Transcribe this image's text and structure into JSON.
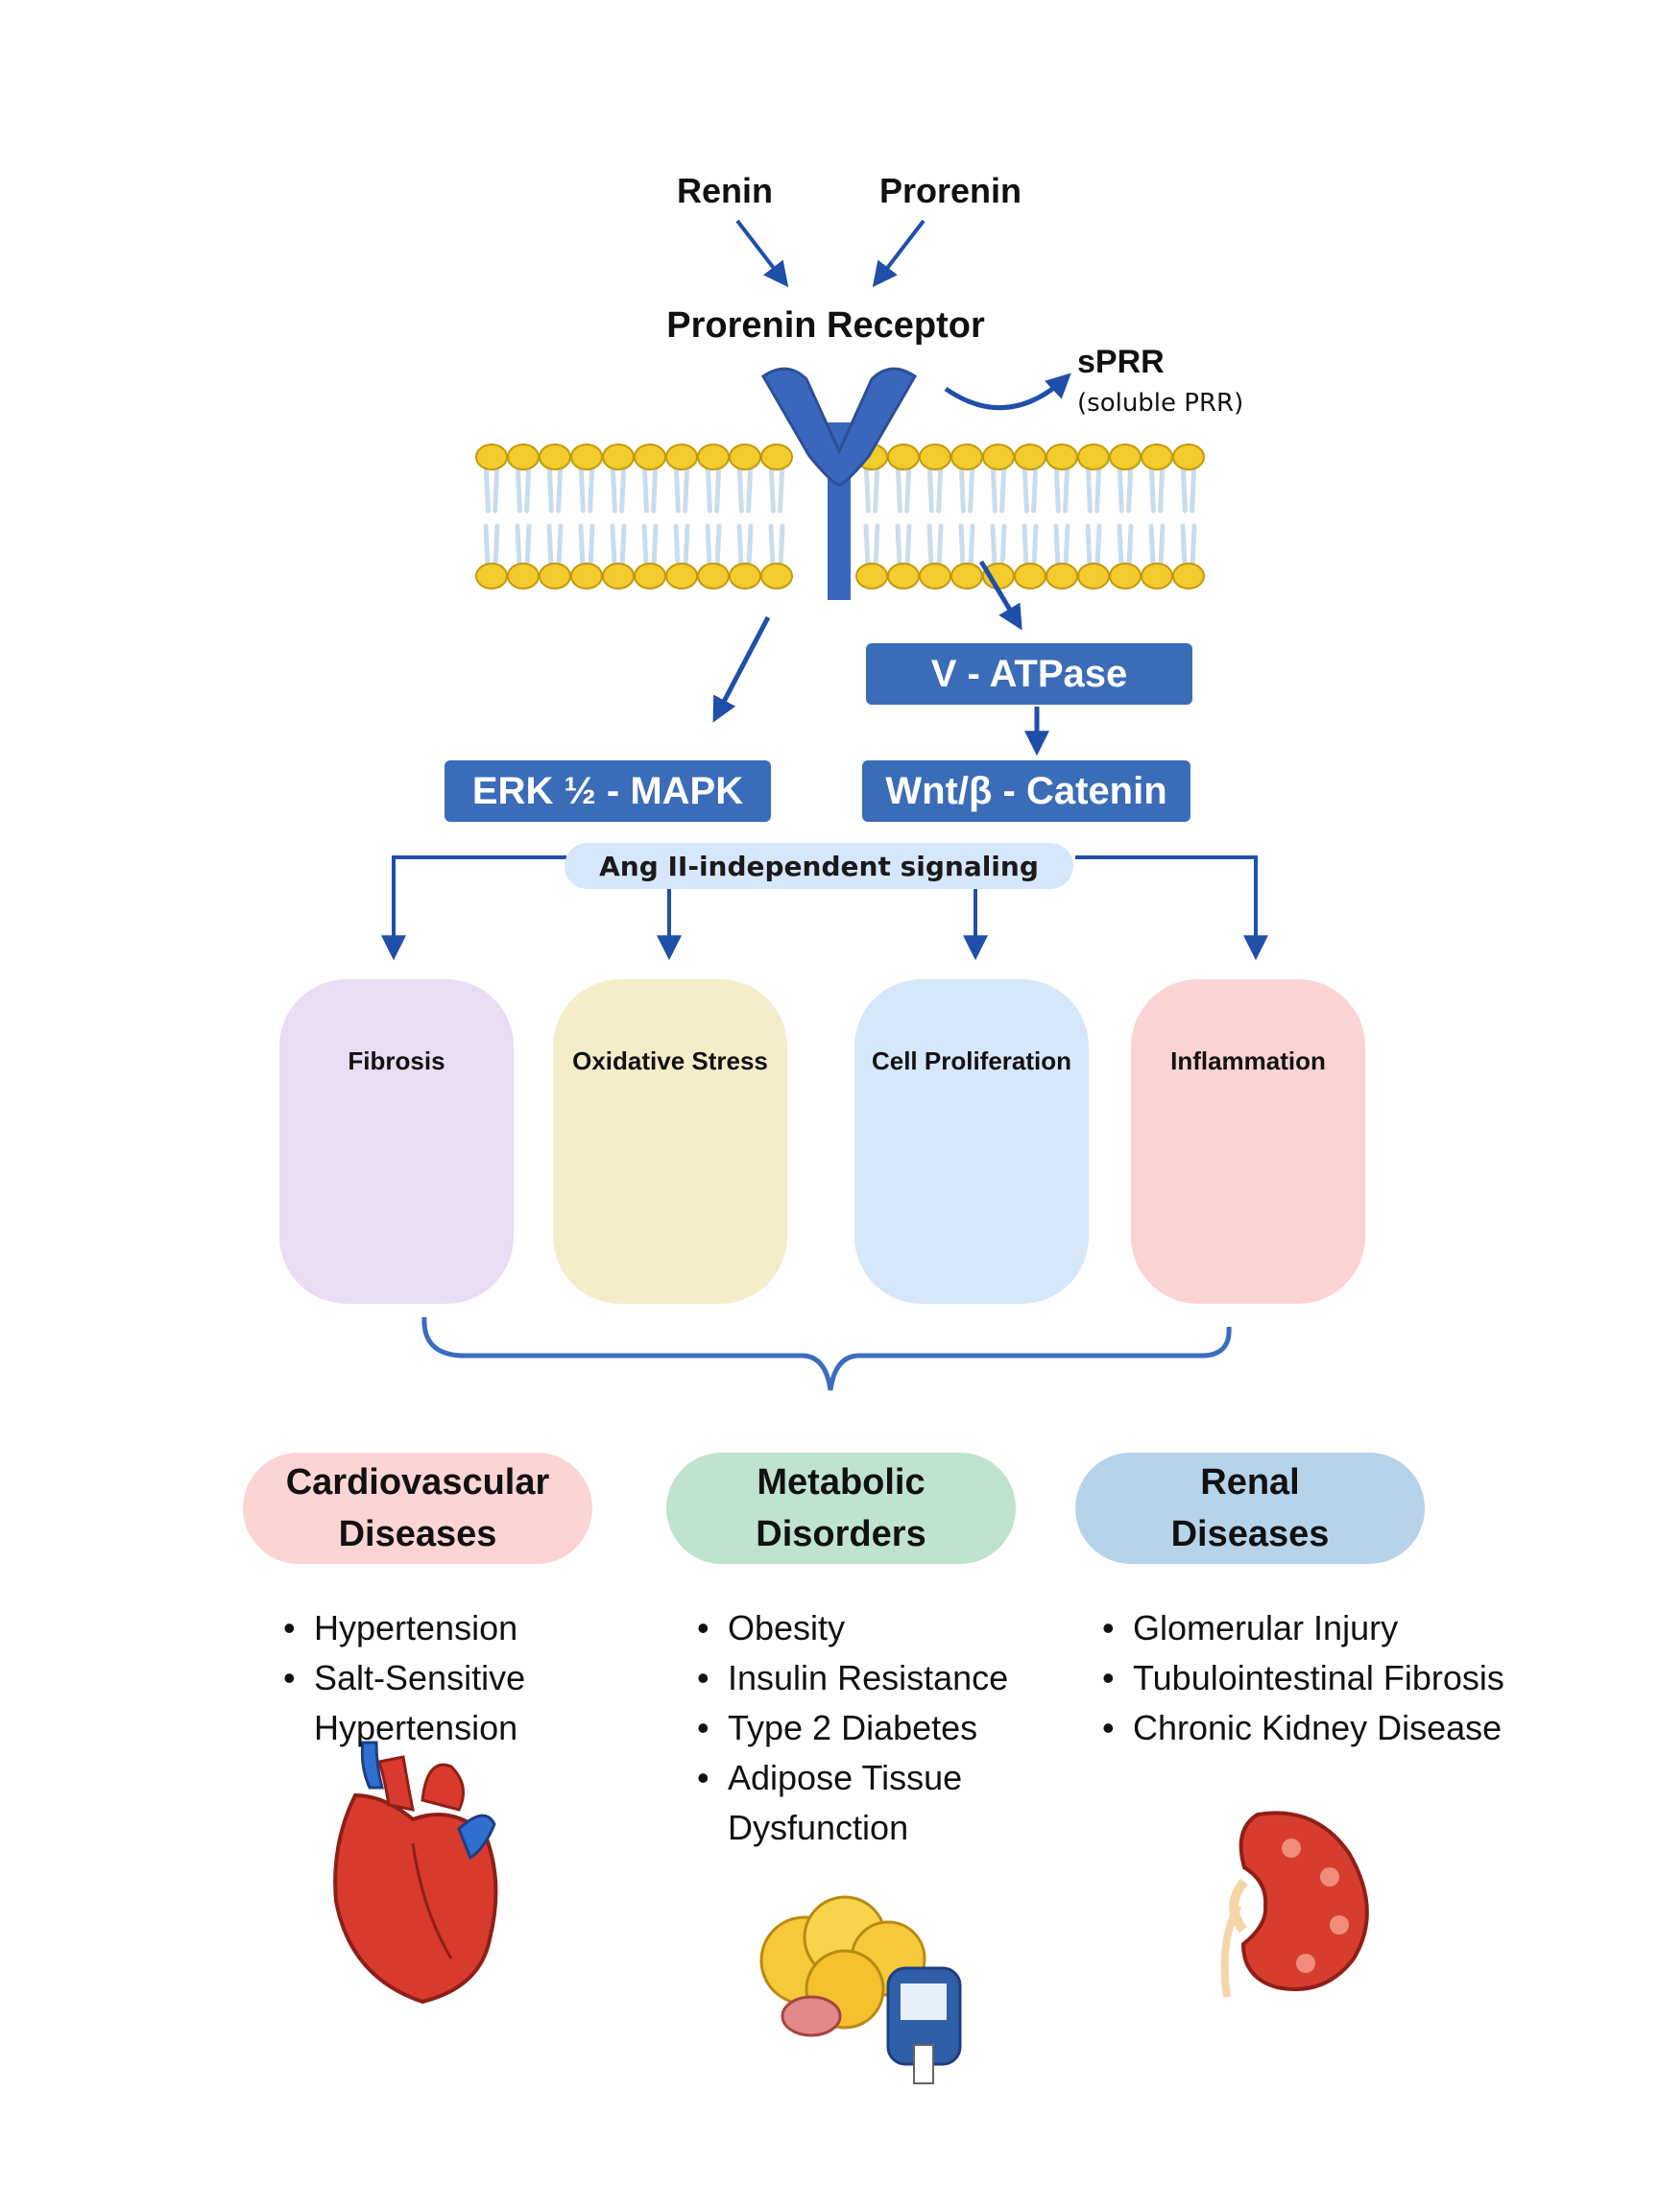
{
  "top": {
    "renin": "Renin",
    "prorenin": "Prorenin",
    "receptor": "Prorenin Receptor",
    "sprr": "sPRR",
    "sprr_sub": "(soluble PRR)"
  },
  "pathways": {
    "vatpase": "V - ATPase",
    "erk": "ERK ½ - MAPK",
    "wnt": "Wnt/β - Catenin",
    "ang": "Ang II-independent signaling"
  },
  "effects": [
    {
      "title": "Fibrosis",
      "color": "#eadcf3",
      "icon": "fibrosis-muscle-icon"
    },
    {
      "title": "Oxidative Stress",
      "color": "#f5ecc9",
      "icon": "oxidative-stress-cell-icon"
    },
    {
      "title": "Cell Proliferation",
      "color": "#d5e7f8",
      "icon": "cell-proliferation-icon"
    },
    {
      "title": "Inflammation",
      "color": "#fbd3d3",
      "icon": "inflammation-fire-cell-icon"
    }
  ],
  "diseases": [
    {
      "line1": "Cardiovascular",
      "line2": "Diseases",
      "color": "#fcd4d4",
      "items": [
        "Hypertension",
        "Salt-Sensitive Hypertension"
      ],
      "icon": "heart-icon"
    },
    {
      "line1": "Metabolic",
      "line2": "Disorders",
      "color": "#bfe3cf",
      "items": [
        "Obesity",
        "Insulin Resistance",
        "Type 2 Diabetes",
        "Adipose Tissue Dysfunction"
      ],
      "icon": "fat-cells-glucometer-icon"
    },
    {
      "line1": "Renal",
      "line2": "Diseases",
      "color": "#b6d3ea",
      "items": [
        "Glomerular Injury",
        "Tubulointestinal Fibrosis",
        "Chronic Kidney Disease"
      ],
      "icon": "kidney-icon"
    }
  ],
  "colors": {
    "arrow": "#1f4fa8",
    "box": "#3b6cb7",
    "receptor": "#3b66bd",
    "lipid_head": "#f2cb2c",
    "lipid_tail": "#c9dcec"
  }
}
